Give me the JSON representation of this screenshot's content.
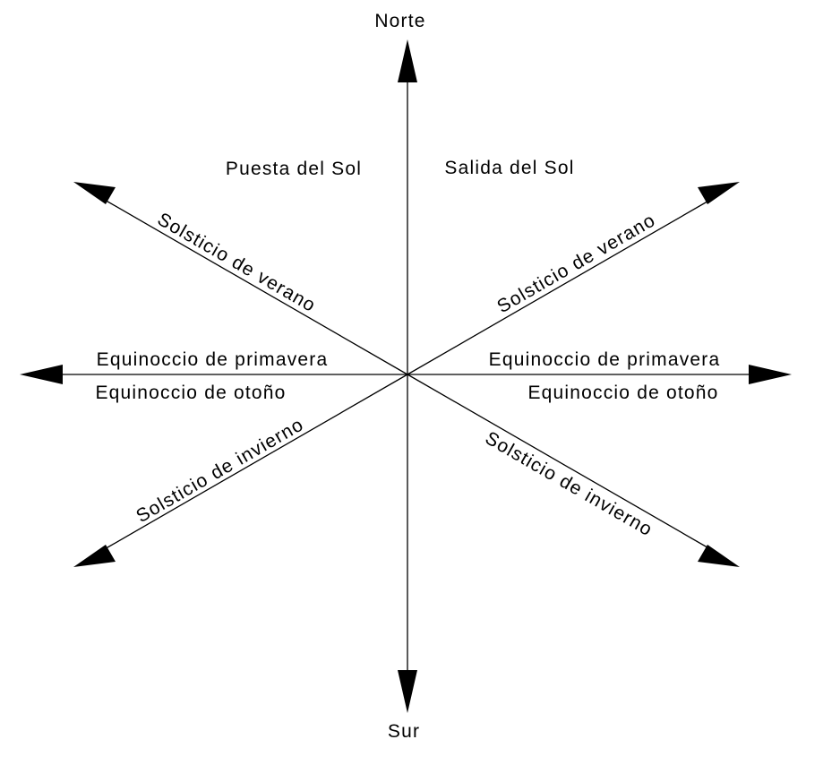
{
  "labels": {
    "north": "Norte",
    "south": "Sur",
    "sunset": "Puesta del Sol",
    "sunrise": "Salida del Sol",
    "summer_solstice_west": "Solsticio de verano",
    "summer_solstice_east": "Solsticio de verano",
    "winter_solstice_west": "Solsticio de invierno",
    "winter_solstice_east": "Solsticio de invierno",
    "spring_equinox_west": "Equinoccio de primavera",
    "autumn_equinox_west": "Equinoccio de otoño",
    "spring_equinox_east": "Equinoccio de primavera",
    "autumn_equinox_east": "Equinoccio de otoño"
  },
  "colors": {
    "ink": "#000000",
    "background": "#ffffff"
  }
}
